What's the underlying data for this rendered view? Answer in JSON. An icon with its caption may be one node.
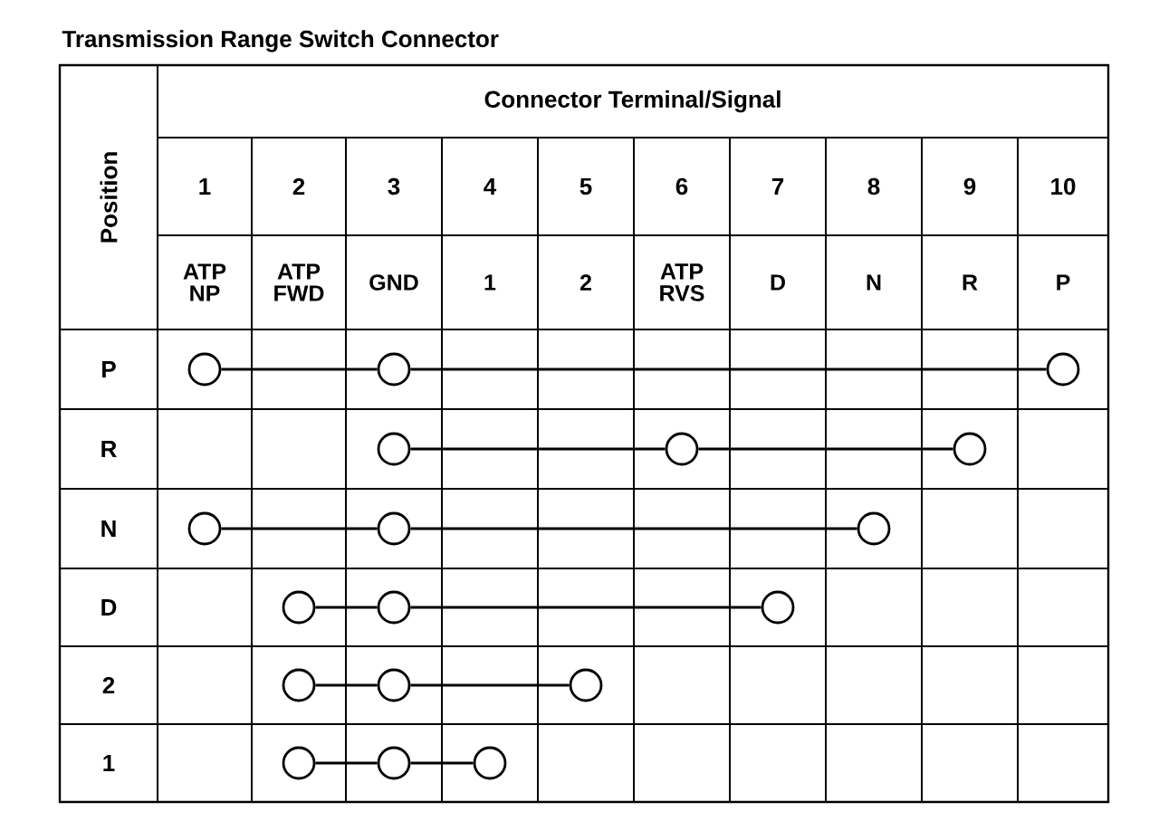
{
  "diagram": {
    "title": "Transmission Range Switch Connector",
    "nodes": [
      {
        "text": [],
        "shape": "circle"
      },
      {
        "text": [],
        "shape": "circle"
      },
      {
        "text": [],
        "shape": "circle"
      },
      {
        "text": [],
        "shape": "circle"
      },
      {
        "text": [],
        "shape": "circle"
      },
      {
        "text": [],
        "shape": "circle"
      },
      {
        "text": [],
        "shape": "circle"
      },
      {
        "text": [],
        "shape": "circle"
      },
      {
        "text": [],
        "shape": "circle"
      },
      {
        "text": [],
        "shape": "circle"
      },
      {
        "text": [],
        "shape": "circle"
      },
      {
        "text": [],
        "shape": "circle"
      },
      {
        "text": [],
        "shape": "circle"
      },
      {
        "text": [],
        "shape": "circle"
      },
      {
        "text": [],
        "shape": "circle"
      },
      {
        "text": [],
        "shape": "circle"
      },
      {
        "text": [],
        "shape": "circle"
      },
      {
        "text": [],
        "shape": "circle"
      }
    ],
    "edges": [
      {
        "from": 0,
        "to": 1,
        "arrow": "none"
      },
      {
        "from": 1,
        "to": 2,
        "arrow": "none"
      },
      {
        "from": 3,
        "to": 4,
        "arrow": "none"
      },
      {
        "from": 4,
        "to": 5,
        "arrow": "none"
      },
      {
        "from": 6,
        "to": 7,
        "arrow": "none"
      },
      {
        "from": 7,
        "to": 8,
        "arrow": "none"
      },
      {
        "from": 9,
        "to": 10,
        "arrow": "none"
      },
      {
        "from": 10,
        "to": 11,
        "arrow": "none"
      },
      {
        "from": 12,
        "to": 13,
        "arrow": "none"
      },
      {
        "from": 13,
        "to": 14,
        "arrow": "none"
      },
      {
        "from": 15,
        "to": 16,
        "arrow": "none"
      },
      {
        "from": 16,
        "to": 17,
        "arrow": "none"
      }
    ],
    "labels": [
      "Position",
      "Connector Terminal/Signal",
      "1",
      "2",
      "3",
      "4",
      "5",
      "6",
      "7",
      "8",
      "9",
      "10",
      "ATP NP",
      "ATP FWD",
      "GND",
      "1",
      "2",
      "ATP RVS",
      "D",
      "N",
      "R",
      "P",
      "P",
      "R",
      "N",
      "D",
      "2",
      "1"
    ]
  }
}
